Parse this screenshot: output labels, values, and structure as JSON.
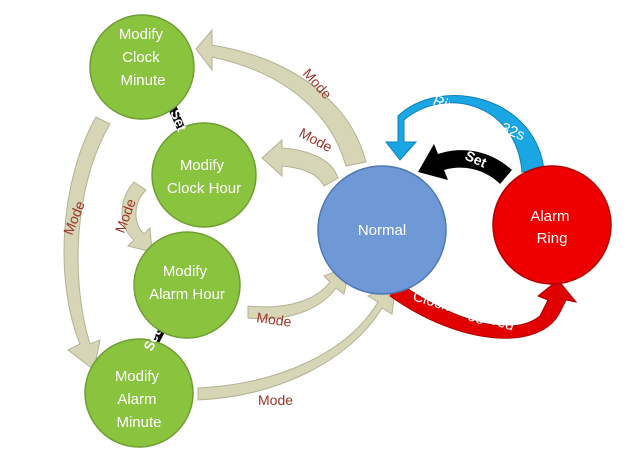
{
  "nodes": {
    "clock_minute": {
      "lines": [
        "Modify",
        "Clock",
        "Minute"
      ]
    },
    "clock_hour": {
      "lines": [
        "Modify",
        "Clock Hour"
      ]
    },
    "alarm_hour": {
      "lines": [
        "Modify",
        "Alarm Hour"
      ]
    },
    "alarm_minute": {
      "lines": [
        "Modify",
        "Alarm",
        "Minute"
      ]
    },
    "normal": {
      "label": "Normal"
    },
    "alarm_ring": {
      "lines": [
        "Alarm",
        "Ring"
      ]
    }
  },
  "edges": {
    "mode_label": "Mode",
    "set_label": "Set",
    "ringed_label": "Ringed for 32s",
    "triggered_label": "Clock Triggered"
  },
  "colors": {
    "green_node": "#8ac43f",
    "blue_node": "#6f99d6",
    "red_node": "#ee0000",
    "tan_arrow": "#d6d6b6",
    "cyan_arrow": "#1aa6e2",
    "red_arrow": "#e10000",
    "black_arrow": "#000000",
    "mode_text": "#9a3428"
  }
}
